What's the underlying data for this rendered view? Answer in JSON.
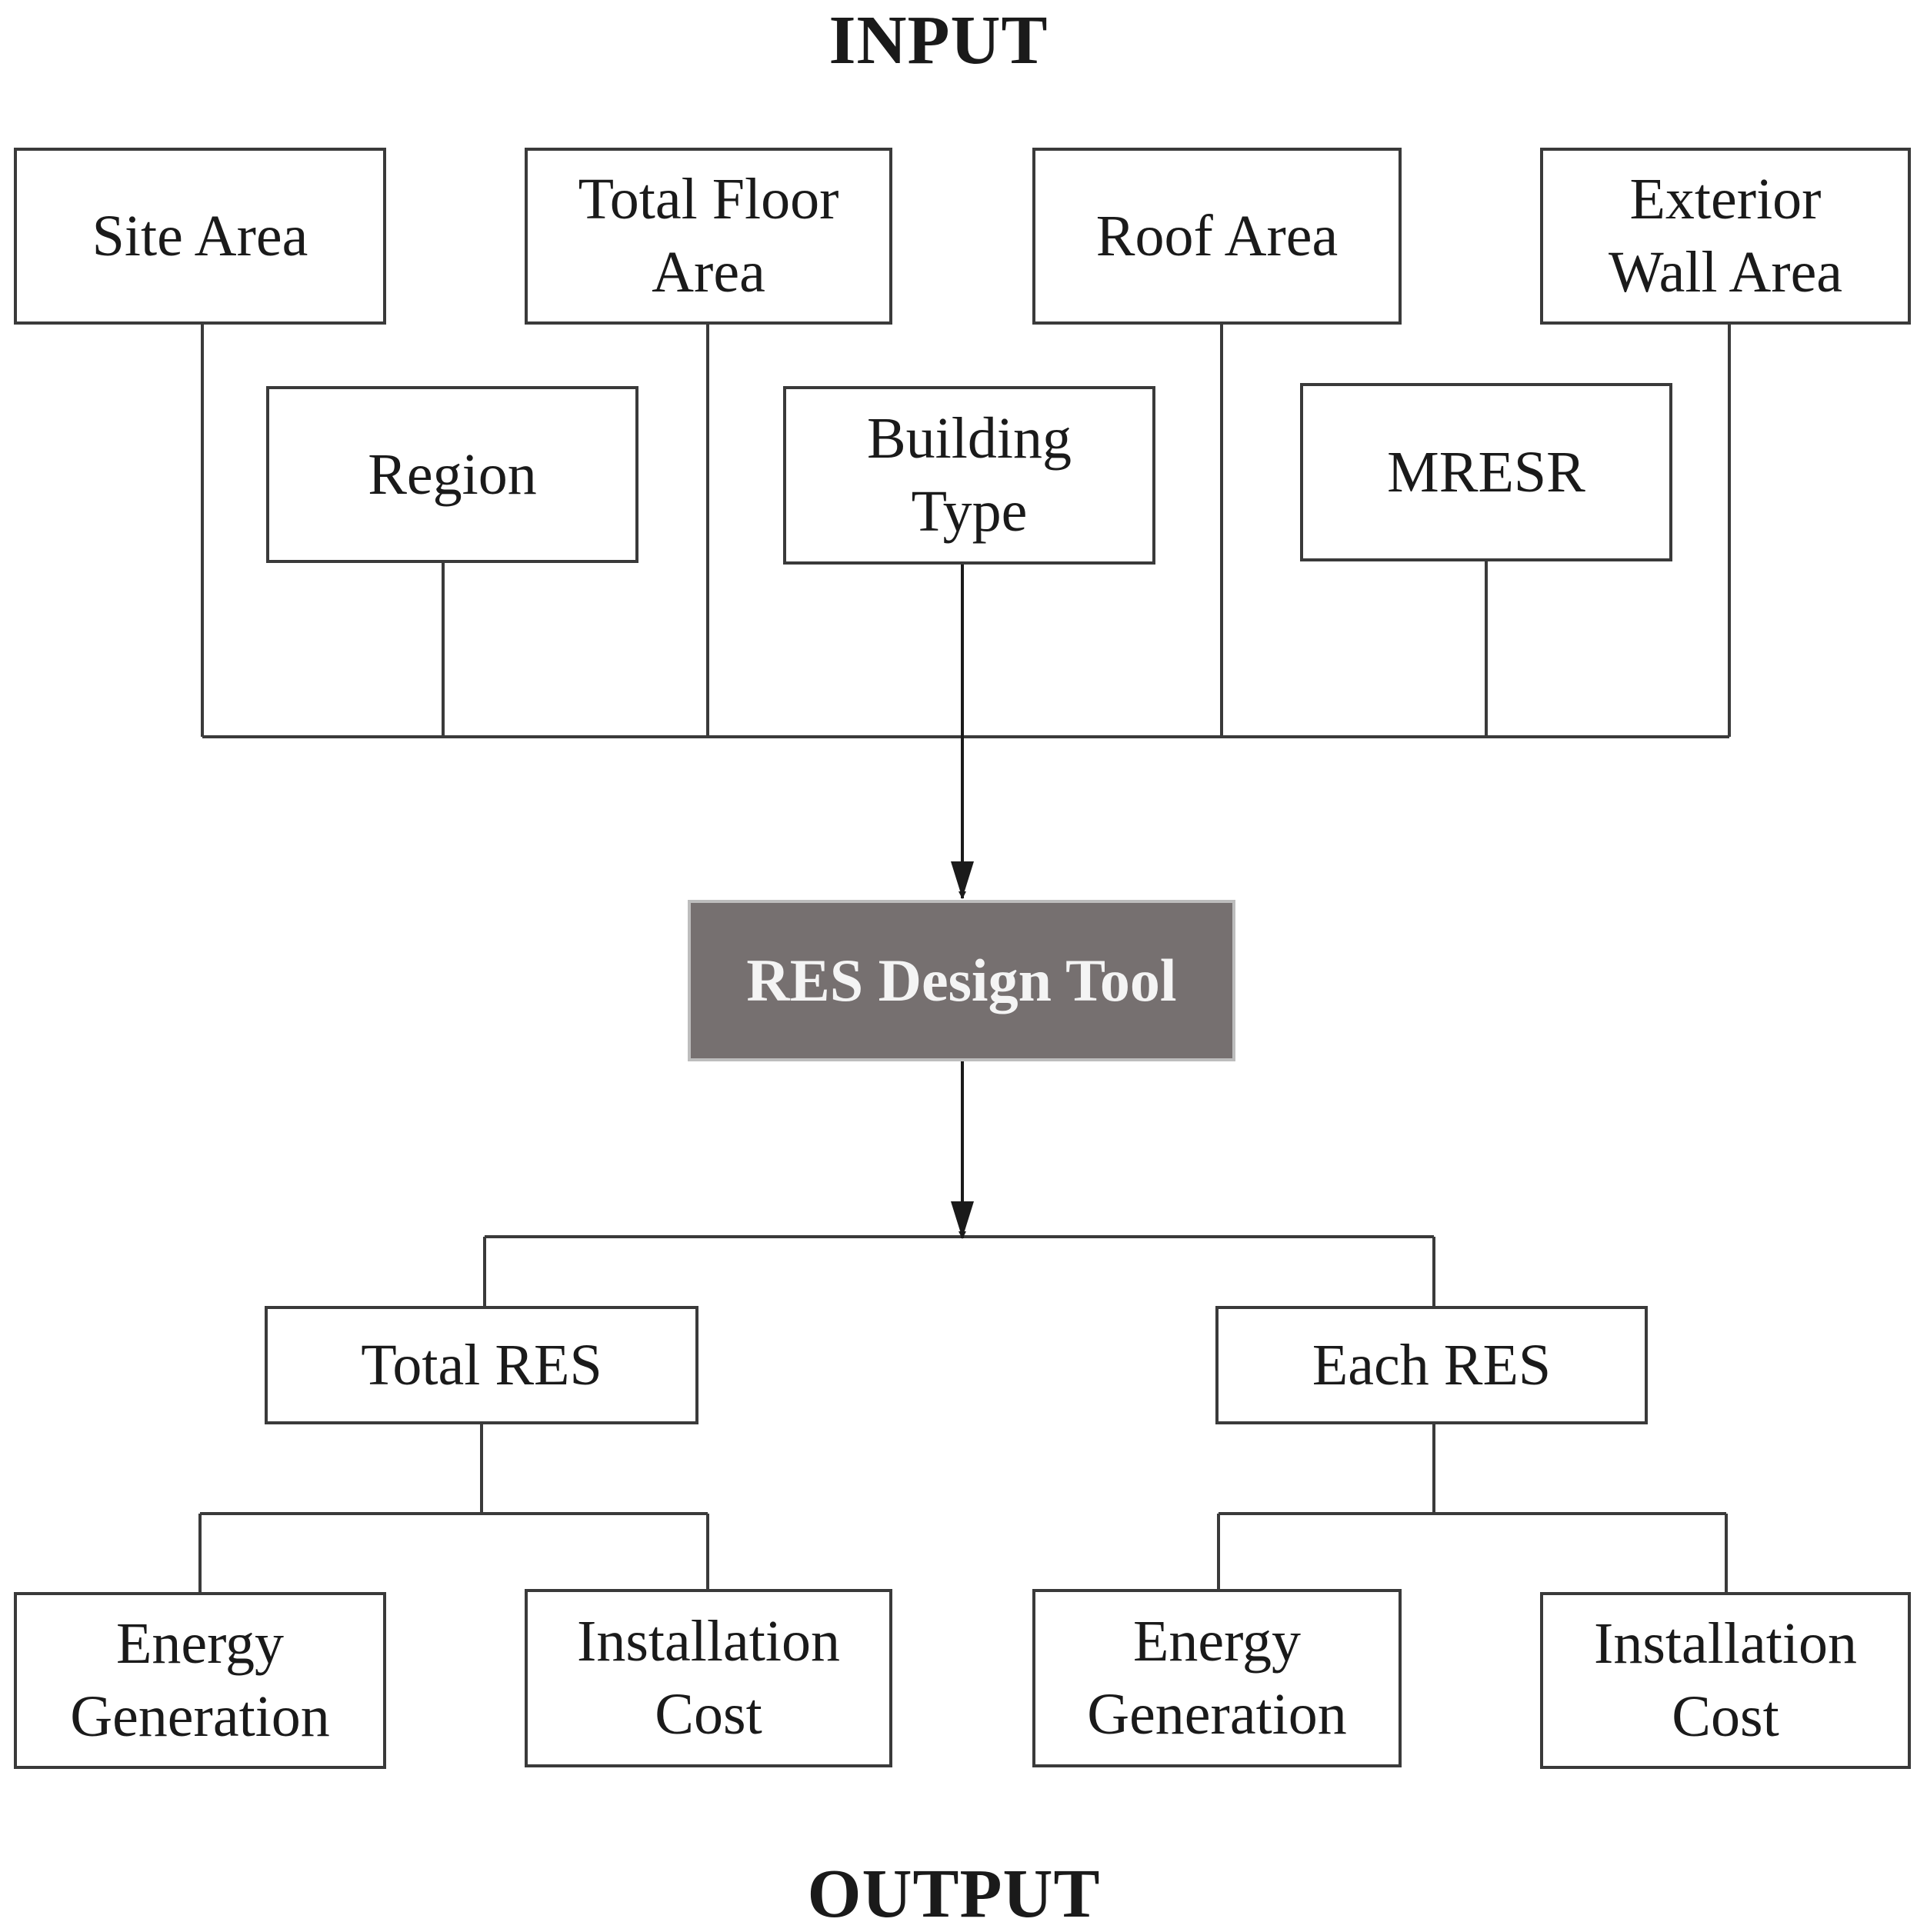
{
  "headings": {
    "input": "INPUT",
    "output": "OUTPUT"
  },
  "inputs": {
    "site_area": "Site Area",
    "total_floor_area": "Total Floor\nArea",
    "roof_area": "Roof Area",
    "exterior_wall_area": "Exterior\nWall Area",
    "region": "Region",
    "building_type": "Building\nType",
    "mresr": "MRESR"
  },
  "tool": {
    "label": "RES Design Tool",
    "fill_color": "#767070"
  },
  "outputs": {
    "total_res": {
      "label": "Total RES",
      "energy_generation": "Energy\nGeneration",
      "installation_cost": "Installation\nCost"
    },
    "each_res": {
      "label": "Each RES",
      "energy_generation": "Energy\nGeneration",
      "installation_cost": "Installation\nCost"
    }
  }
}
